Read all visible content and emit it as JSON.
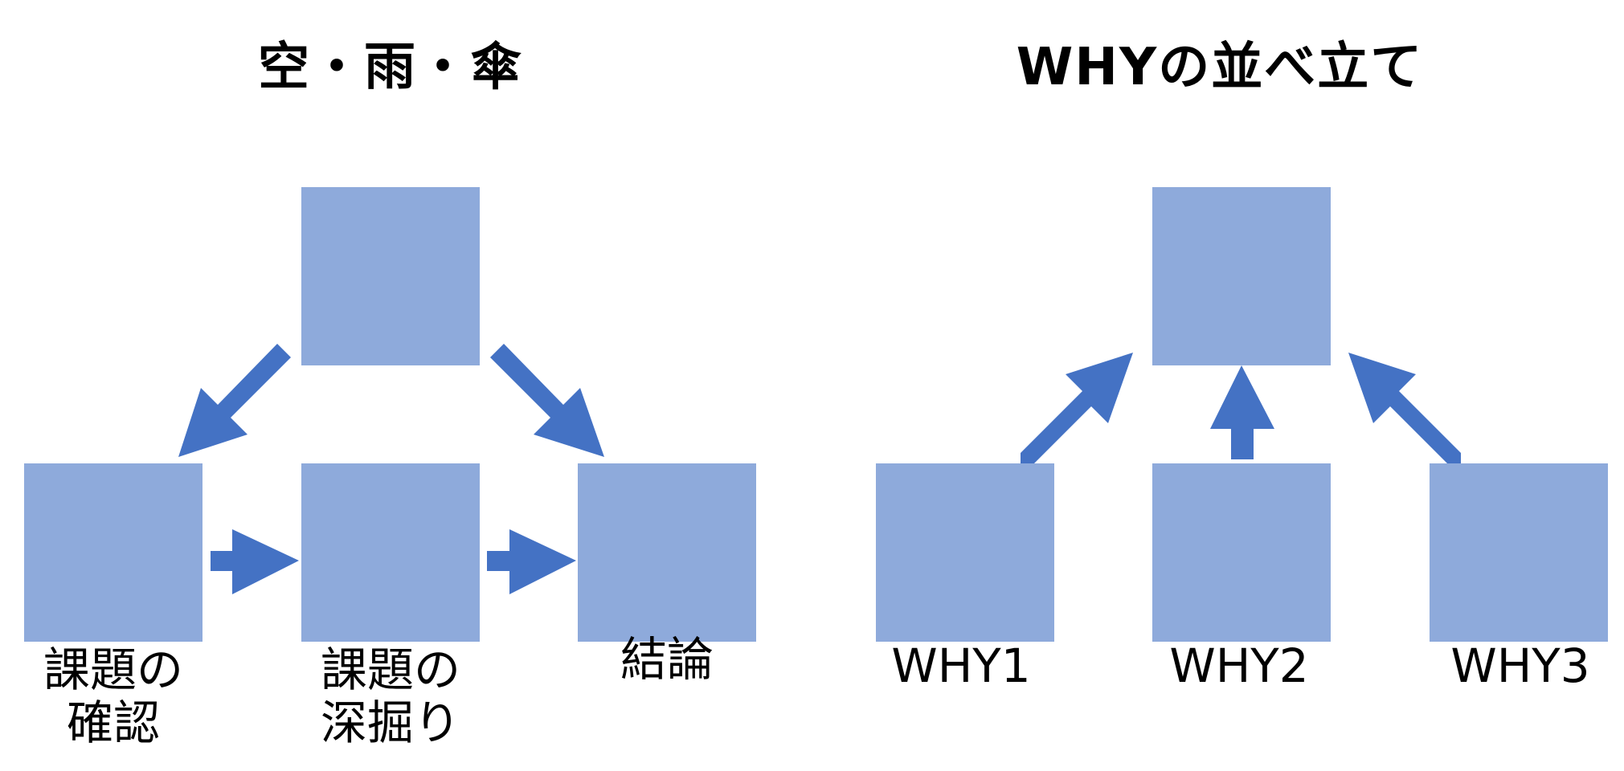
{
  "left_diagram": {
    "title": "空・雨・傘",
    "labels": {
      "first_line1": "課題の",
      "first_line2": "確認",
      "second_line1": "課題の",
      "second_line2": "深掘り",
      "third": "結論"
    }
  },
  "right_diagram": {
    "title": "WHYの並べ立て",
    "labels": [
      "WHY1",
      "WHY2",
      "WHY3"
    ]
  },
  "colors": {
    "box_fill": "#8eaadb",
    "arrow_fill": "#4472c4"
  }
}
